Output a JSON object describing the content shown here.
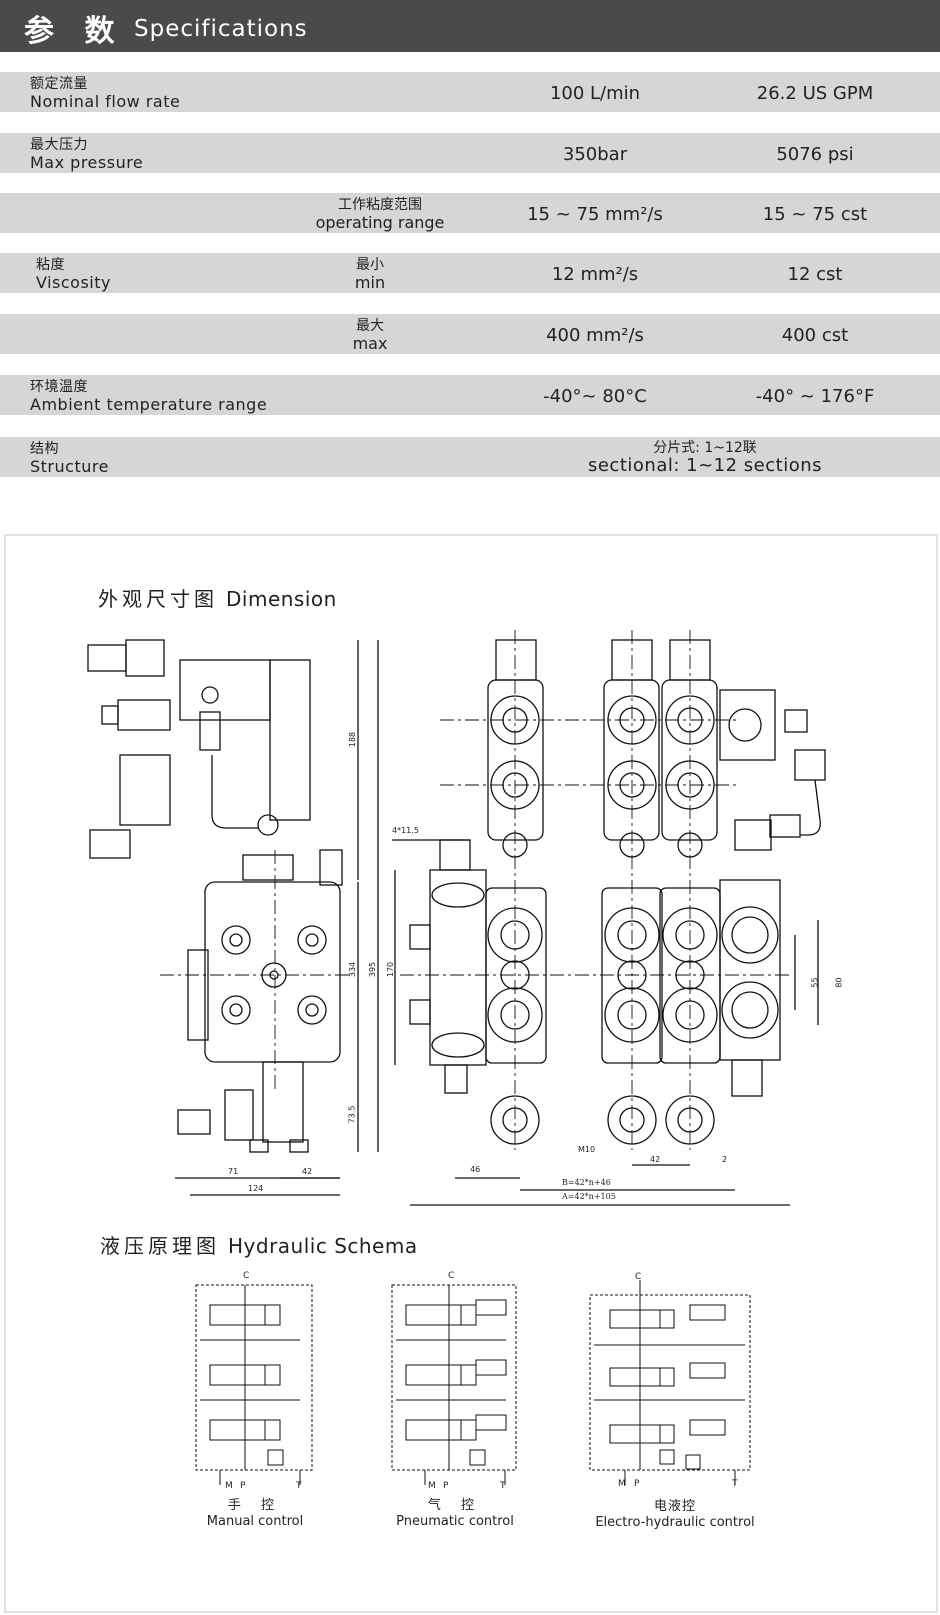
{
  "header": {
    "zh": "参 数",
    "en": "Specifications"
  },
  "specs": {
    "flow": {
      "zh": "额定流量",
      "en": "Nominal flow rate",
      "v1": "100 L/min",
      "v2": "26.2 US GPM"
    },
    "pressure": {
      "zh": "最大压力",
      "en": "Max pressure",
      "v1": "350bar",
      "v2": "5076 psi"
    },
    "operating": {
      "zh": "工作粘度范围",
      "en": "operating range",
      "v1": "15 ~ 75 mm²/s",
      "v2": "15 ~ 75 cst"
    },
    "viscosity": {
      "zh": "粘度",
      "en": "Viscosity"
    },
    "vmin": {
      "zh": "最小",
      "en": "min",
      "v1": "12 mm²/s",
      "v2": "12 cst"
    },
    "vmax": {
      "zh": "最大",
      "en": "max",
      "v1": "400 mm²/s",
      "v2": "400 cst"
    },
    "temp": {
      "zh": "环境温度",
      "en": "Ambient temperature range",
      "v1": "-40°~ 80°C",
      "v2": "-40° ~ 176°F"
    },
    "structure": {
      "zh": "结构",
      "en": "Structure",
      "v_zh": "分片式: 1~12联",
      "v_en": "sectional: 1~12 sections"
    }
  },
  "dimension": {
    "zh": "外观尺寸图",
    "en": "Dimension",
    "dims": {
      "d188": "188",
      "d334": "334",
      "d395": "395",
      "d170": "170",
      "d73": "73.5",
      "d71": "71",
      "d42a": "42",
      "d124": "124",
      "d4": "4*11.5",
      "d46": "46",
      "d42b": "42",
      "d2": "2",
      "dB": "B=42*n+46",
      "dA": "A=42*n+105",
      "d55": "55",
      "d80": "80",
      "m10": "M10"
    }
  },
  "hydraulic": {
    "zh": "液压原理图",
    "en": "Hydraulic Schema",
    "manual": {
      "zh": "手 控",
      "en": "Manual control"
    },
    "pneumatic": {
      "zh": "气 控",
      "en": "Pneumatic control"
    },
    "electro": {
      "zh": "电液控",
      "en": "Electro-hydraulic control"
    },
    "port_c": "C",
    "port_m": "M",
    "port_p": "P",
    "port_t": "T"
  }
}
